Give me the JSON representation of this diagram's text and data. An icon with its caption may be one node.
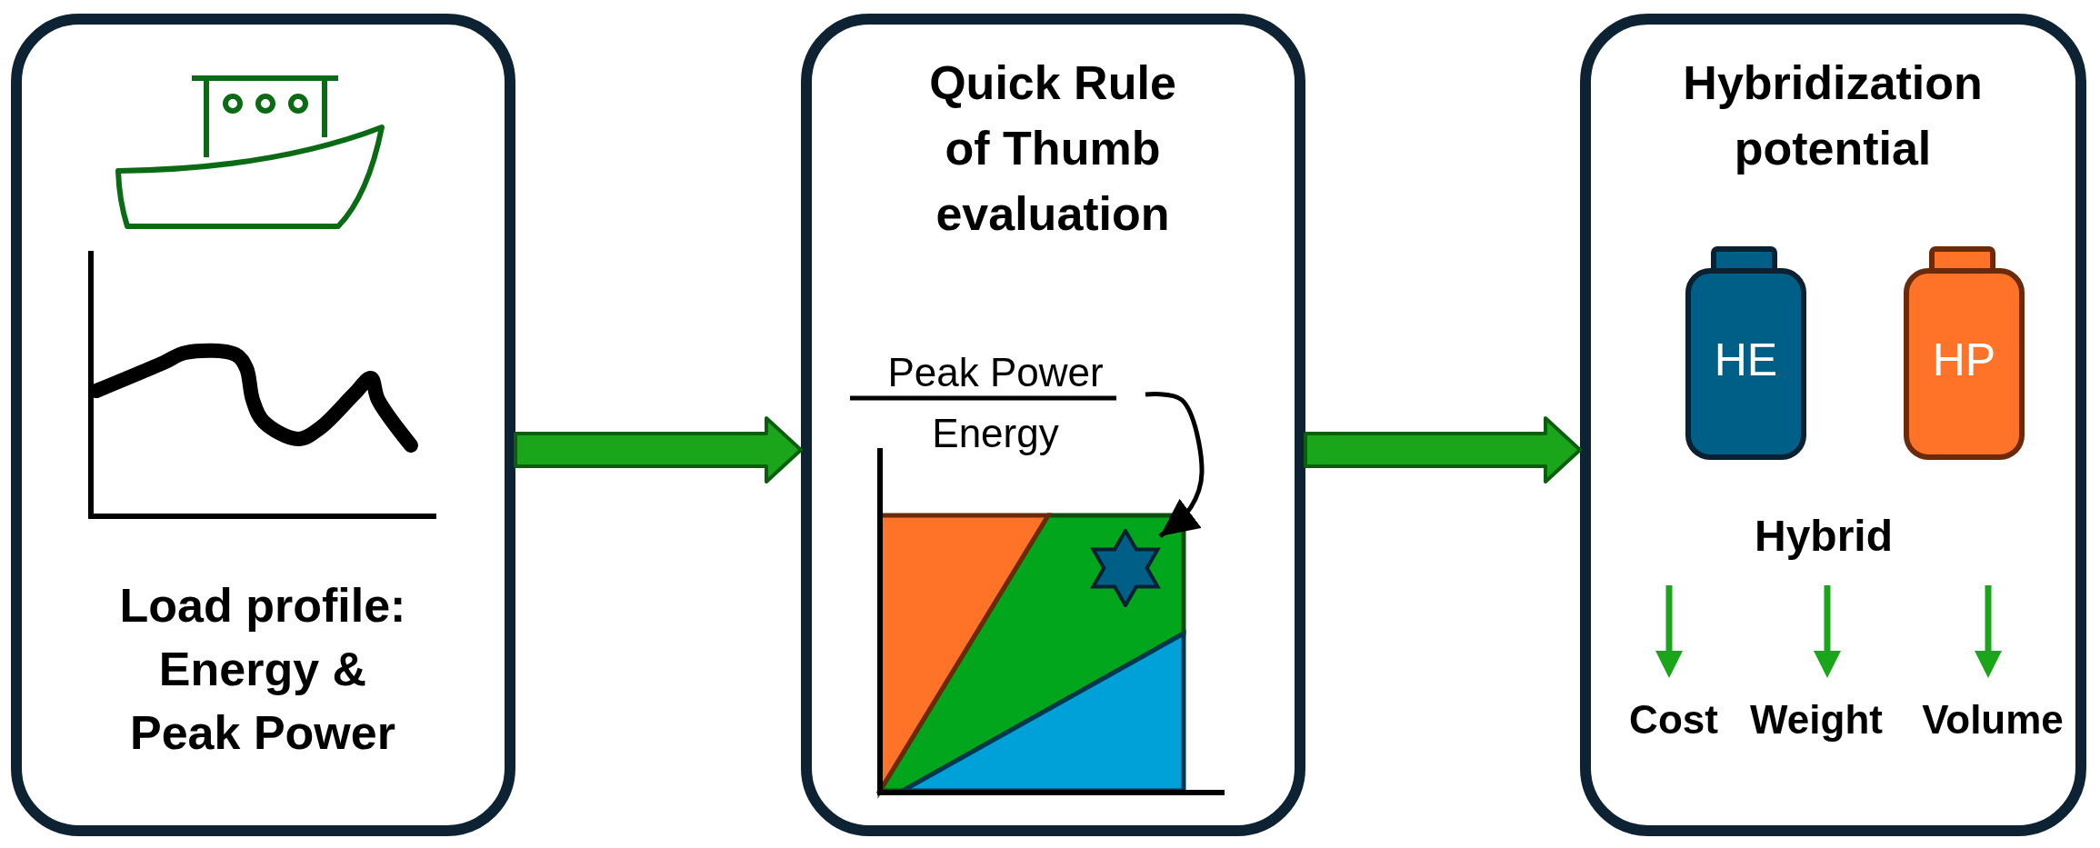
{
  "diagram": {
    "nodes": [
      {
        "text": [
          "Load profile: Energy & Peak Power"
        ]
      },
      {
        "text": [
          "Quick Rule of Thumb evaluation"
        ]
      },
      {
        "text": [
          "Peak Power",
          "Energy"
        ],
        "in": 1
      },
      {
        "text": [],
        "shape": "star",
        "in": 1
      },
      {
        "text": [
          "Hybridization potential"
        ]
      },
      {
        "text": [
          "HE"
        ],
        "in": 4
      },
      {
        "text": [
          "HP"
        ],
        "in": 4
      }
    ],
    "edges": [
      {
        "from": 0,
        "to": 1,
        "arrow": "to",
        "style": "thick"
      },
      {
        "from": 1,
        "to": 4,
        "arrow": "to",
        "style": "thick"
      },
      {
        "from": 2,
        "to": 3,
        "arrow": "to",
        "color": "#000000"
      }
    ],
    "labels": [
      "Hybrid",
      "Cost",
      "Weight",
      "Volume"
    ]
  }
}
